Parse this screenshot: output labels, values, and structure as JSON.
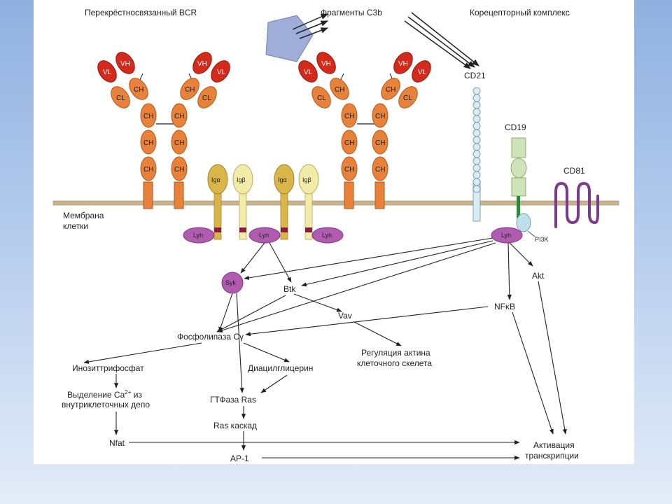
{
  "titles": {
    "bcr": "Перекрёстносвязанный BCR",
    "c3b": "Фрагменты C3b",
    "coreceptor": "Корецепторный комплекс"
  },
  "membrane": {
    "line1": "Мембрана",
    "line2": "клетки"
  },
  "receptors": {
    "cd21": "CD21",
    "cd19": "CD19",
    "cd81": "CD81"
  },
  "domains": {
    "vh": "VH",
    "vl": "VL",
    "ch": "CH",
    "cl": "CL",
    "iga": "Igα",
    "igb": "Igβ"
  },
  "kinases": {
    "lyn": "Lyn",
    "syk": "Syk",
    "pi3k": "PI3K"
  },
  "nodes": {
    "btk": "Btk",
    "vav": "Vav",
    "akt": "Akt",
    "nfkb": "NFκB",
    "plcg": "Фосфолипаза Cγ",
    "ip3": "Инозиттрифосфат",
    "dag": "Диацилглицерин",
    "ca_line1": "Выделение Ca",
    "ca_sup": "2+",
    "ca_suffix": " из",
    "ca_line2": "внутриклеточных депо",
    "ras": "ГТФаза Ras",
    "ras_cascade": "Ras каскад",
    "nfat": "Nfat",
    "ap1": "AP-1",
    "actin_line1": "Регуляция актина",
    "actin_line2": "клеточного скелета",
    "tx_line1": "Активация",
    "tx_line2": "транскрипции"
  },
  "colors": {
    "variable": "#d42a1c",
    "constant": "#e8823a",
    "iga": "#d9b54a",
    "igb": "#f3eba8",
    "kinase": "#b05bb0",
    "membrane": "#c9b48e",
    "cd21": "#d8ecf4",
    "cd19": "#cfe3b8",
    "cd81": "#7a3a90",
    "antigen": "#9eaed8"
  }
}
